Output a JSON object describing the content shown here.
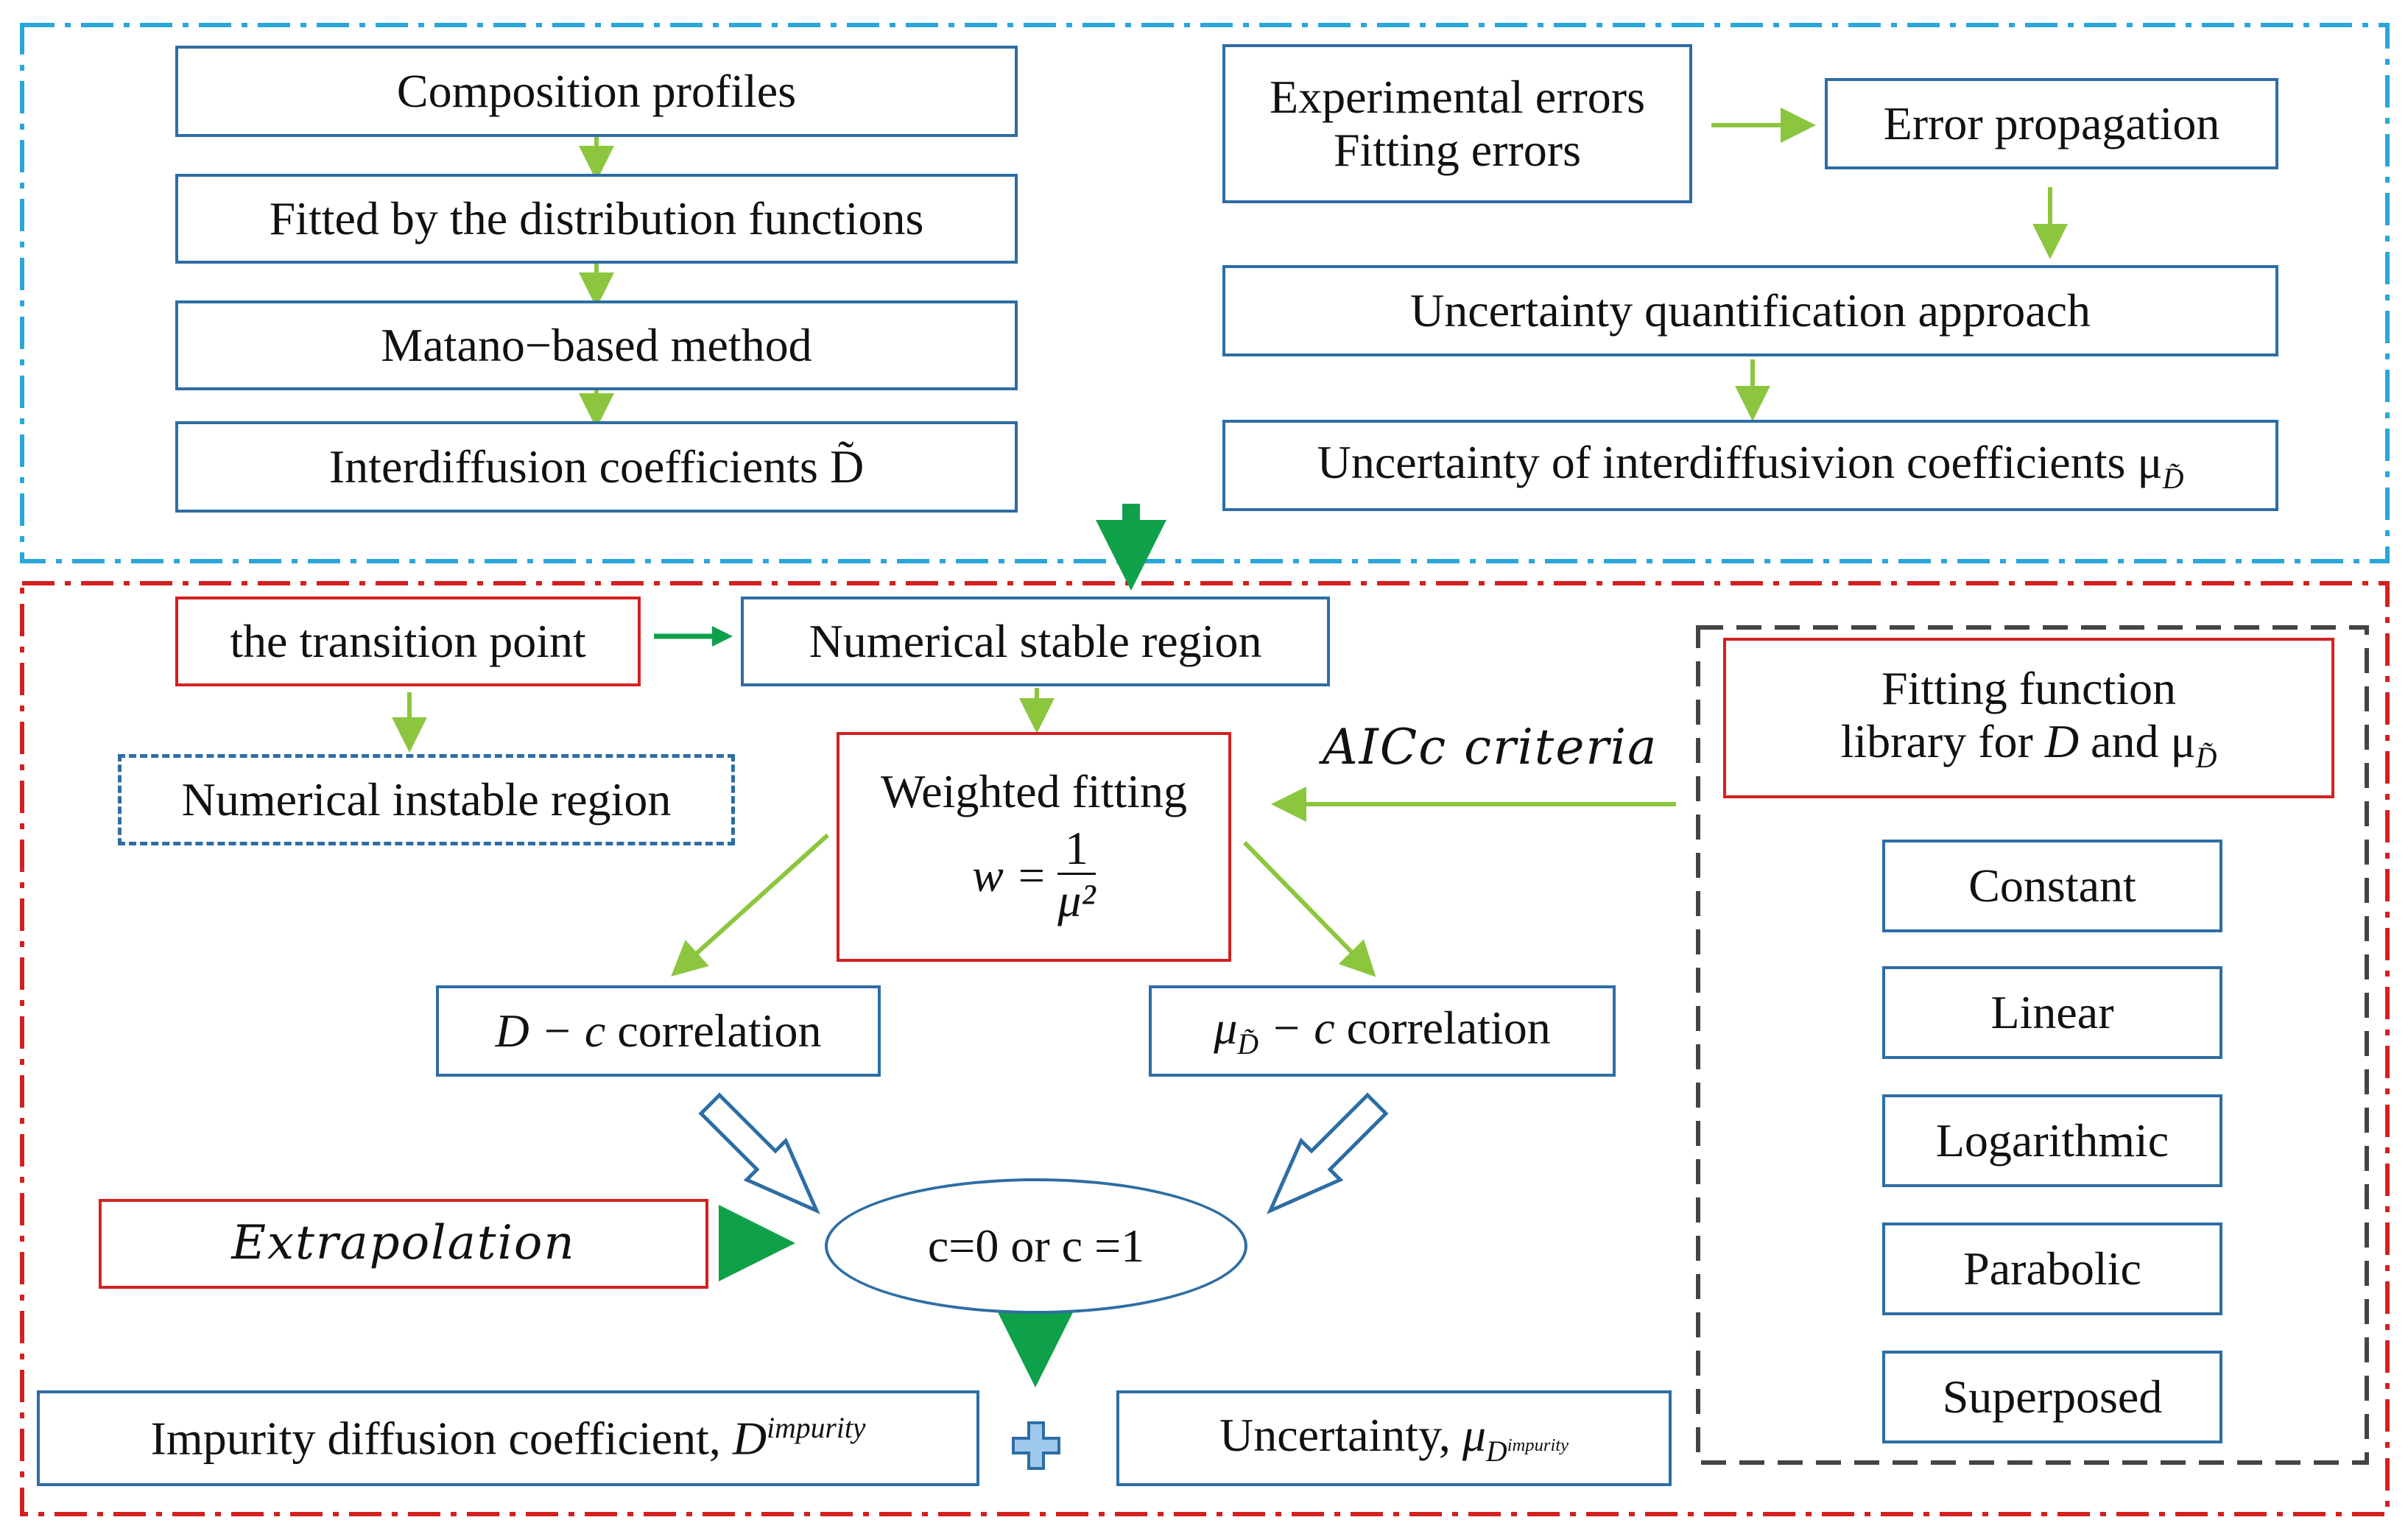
{
  "colors": {
    "blue_frame": "#2aa6dc",
    "red_frame": "#d42020",
    "box_border": "#2e6da4",
    "library_frame": "#444444",
    "thin_arrow": "#8cc63f",
    "thick_arrow": "#0fa14a",
    "hollow_arrow": "#2e6da4"
  },
  "top": {
    "composition": "Composition profiles",
    "fitted": "Fitted by the distribution  functions",
    "matano": "Matano−based method",
    "interdiffusion": "Interdiffusion coefficients D̃",
    "errors_line1": "Experimental errors",
    "errors_line2": "Fitting errors",
    "propagation": "Error propagation",
    "uq": "Uncertainty quantification approach",
    "uncertainty_text": "Uncertainty of interdiffusivion coefficients μ",
    "uncertainty_sub": "D̃"
  },
  "bottom": {
    "transition": "the transition point",
    "stable": "Numerical stable region",
    "instable": "Numerical instable region",
    "weighted_title": "Weighted fitting",
    "weighted_lhs": "w =",
    "weighted_num": "1",
    "weighted_den": "μ²",
    "aicc": "AICc criteria",
    "library_line1": "Fitting function",
    "library_line2_pre": "library for ",
    "library_line2_D": "D",
    "library_line2_mid": " and μ",
    "library_line2_sub": "D̃",
    "dc_math": "D − c",
    "dc_text": " correlation",
    "muc_mu": "μ",
    "muc_sub": "D̃",
    "muc_math": " − c",
    "muc_text": " correlation",
    "extrapolation": "Extrapolation",
    "ellipse": "c=0 or c =1",
    "impurity_text": "Impurity diffusion coefficient, ",
    "impurity_D": "D",
    "impurity_sup": "impurity",
    "plus": "+",
    "uncert_text": "Uncertainty, ",
    "uncert_mu": "μ",
    "uncert_sub_D": "D",
    "uncert_sub_sup": "impurity"
  },
  "library": [
    "Constant",
    "Linear",
    "Logarithmic",
    "Parabolic",
    "Superposed"
  ]
}
